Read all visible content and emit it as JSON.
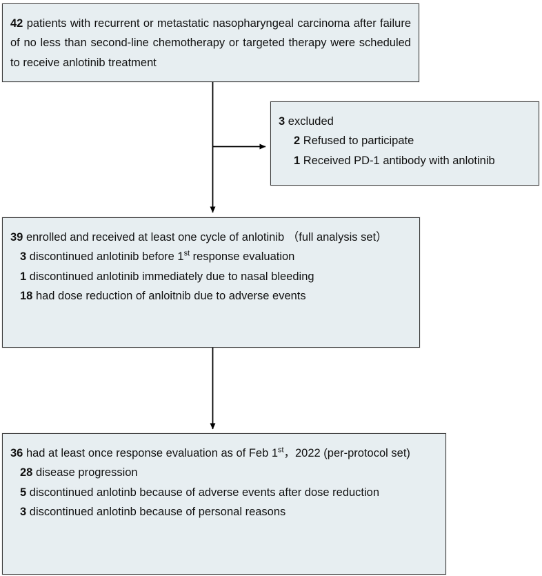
{
  "figure": {
    "type": "patient-flow-diagram",
    "colors": {
      "box_fill": "#e7eef1",
      "box_border": "#3a3a3a",
      "connector": "#000000",
      "background": "#ffffff",
      "text": "#111111"
    }
  },
  "nodes": {
    "screened": {
      "name": "screened-patients",
      "count": "42",
      "lines": [
        {
          "bold": "42",
          "text": " patients with recurrent or metastatic nasopharyngeal carcinoma after failure of no less than second-line chemotherapy or targeted therapy were scheduled to receive anlotinib treatment"
        }
      ]
    },
    "excluded": {
      "name": "excluded-patients",
      "count": "3",
      "lines": [
        {
          "bold": "3",
          "text": " excluded"
        },
        {
          "bold": "2",
          "text": " Refused to participate"
        },
        {
          "bold": "1",
          "text": " Received PD-1 antibody with anlotinib"
        }
      ]
    },
    "enrolled": {
      "name": "enrolled-patients",
      "count": "39",
      "lines": [
        {
          "bold": "39",
          "text": " enrolled and received at least one cycle of anlotinib （full analysis set）"
        },
        {
          "bold": "3",
          "text_pre": " discontinued anlotinib before  1",
          "sup": "st",
          "text_post": "  response evaluation"
        },
        {
          "bold": "1",
          "text": " discontinued anlotinib immediately due to nasal bleeding"
        },
        {
          "bold": "18",
          "text": " had dose reduction of anloitnib due to  adverse events"
        }
      ]
    },
    "evaluated": {
      "name": "evaluated-patients",
      "count": "36",
      "lines": [
        {
          "bold": "36",
          "text_pre": " had at least once response evaluation as of Feb 1",
          "sup": "st",
          "text_post": "，2022 (per-protocol set)"
        },
        {
          "bold": "28",
          "text": " disease progression"
        },
        {
          "bold": "5",
          "text": " discontinued anlotinb because of adverse events after dose reduction"
        },
        {
          "bold": "3",
          "text": " discontinued anlotinb because of personal reasons"
        }
      ]
    }
  },
  "connectors": [
    {
      "name": "screened-to-enrolled",
      "from": "screened",
      "to": "enrolled",
      "direction": "down"
    },
    {
      "name": "screened-to-excluded",
      "from": "screened",
      "to": "excluded",
      "direction": "right"
    },
    {
      "name": "enrolled-to-evaluated",
      "from": "enrolled",
      "to": "evaluated",
      "direction": "down"
    }
  ]
}
